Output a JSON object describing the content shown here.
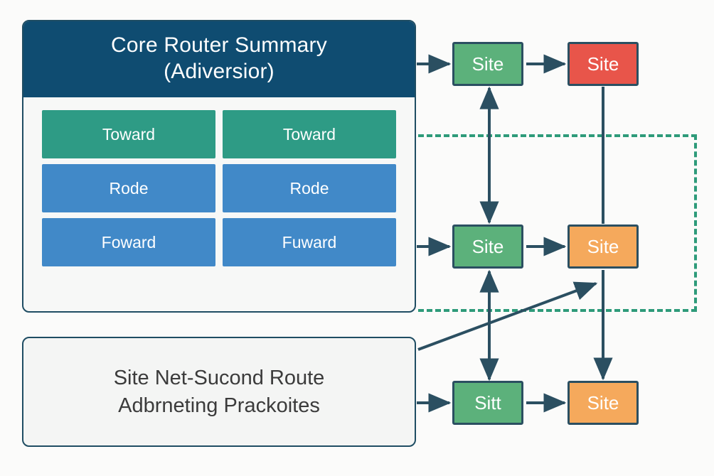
{
  "diagram": {
    "title": "Core Router Summary (Adiversior)",
    "background_color": "#fbfbfa"
  },
  "summary_card": {
    "header_line1": "Core Router Summary",
    "header_line2": "(Adiversior)",
    "header_color": "#0f4c71",
    "border_color": "#1f4d63",
    "cells": [
      {
        "label": "Toward",
        "color": "#2e9b85",
        "style": "teal"
      },
      {
        "label": "Toward",
        "color": "#2e9b85",
        "style": "teal"
      },
      {
        "label": "Rode",
        "color": "#4189c8",
        "style": "blue"
      },
      {
        "label": "Rode",
        "color": "#4189c8",
        "style": "blue"
      },
      {
        "label": "Foward",
        "color": "#4189c8",
        "style": "blue"
      },
      {
        "label": "Fuward",
        "color": "#4189c8",
        "style": "blue"
      }
    ]
  },
  "note_card": {
    "line1": "Site Net-Sucond Route",
    "line2": "Adbrneting Prackoites",
    "background_color": "#f4f5f4",
    "text_color": "#3b3b3b"
  },
  "nodes": [
    {
      "id": "n-r1c1",
      "label": "Site",
      "color": "#5cb17b",
      "status": "green"
    },
    {
      "id": "n-r1c2",
      "label": "Site",
      "color": "#e8554a",
      "status": "red"
    },
    {
      "id": "n-r2c1",
      "label": "Site",
      "color": "#5cb17b",
      "status": "green"
    },
    {
      "id": "n-r2c2",
      "label": "Site",
      "color": "#f5a95c",
      "status": "orange"
    },
    {
      "id": "n-r3c1",
      "label": "Sitt",
      "color": "#5cb17b",
      "status": "green"
    },
    {
      "id": "n-r3c2",
      "label": "Site",
      "color": "#f5a95c",
      "status": "orange"
    }
  ],
  "zone": {
    "name": "dashed-region",
    "color": "#2e9b7a",
    "line_style": "dashed"
  },
  "connectors": {
    "line_color": "#2b4f61",
    "edges": [
      {
        "from": "summary-card",
        "to": "n-r1c1",
        "arrow": "single"
      },
      {
        "from": "n-r1c1",
        "to": "n-r1c2",
        "arrow": "single"
      },
      {
        "from": "summary-card",
        "to": "n-r2c1",
        "arrow": "single"
      },
      {
        "from": "n-r2c1",
        "to": "n-r2c2",
        "arrow": "single"
      },
      {
        "from": "note-card",
        "to": "n-r3c1",
        "arrow": "single"
      },
      {
        "from": "n-r3c1",
        "to": "n-r3c2",
        "arrow": "single"
      },
      {
        "from": "n-r1c1",
        "to": "n-r2c1",
        "arrow": "double"
      },
      {
        "from": "n-r2c1",
        "to": "n-r3c1",
        "arrow": "double"
      },
      {
        "from": "n-r1c2",
        "to": "n-r2c2",
        "arrow": "none"
      },
      {
        "from": "n-r2c2",
        "to": "n-r3c2",
        "arrow": "single"
      },
      {
        "from": "note-card",
        "to": "n-r2c2",
        "arrow": "single"
      }
    ]
  }
}
